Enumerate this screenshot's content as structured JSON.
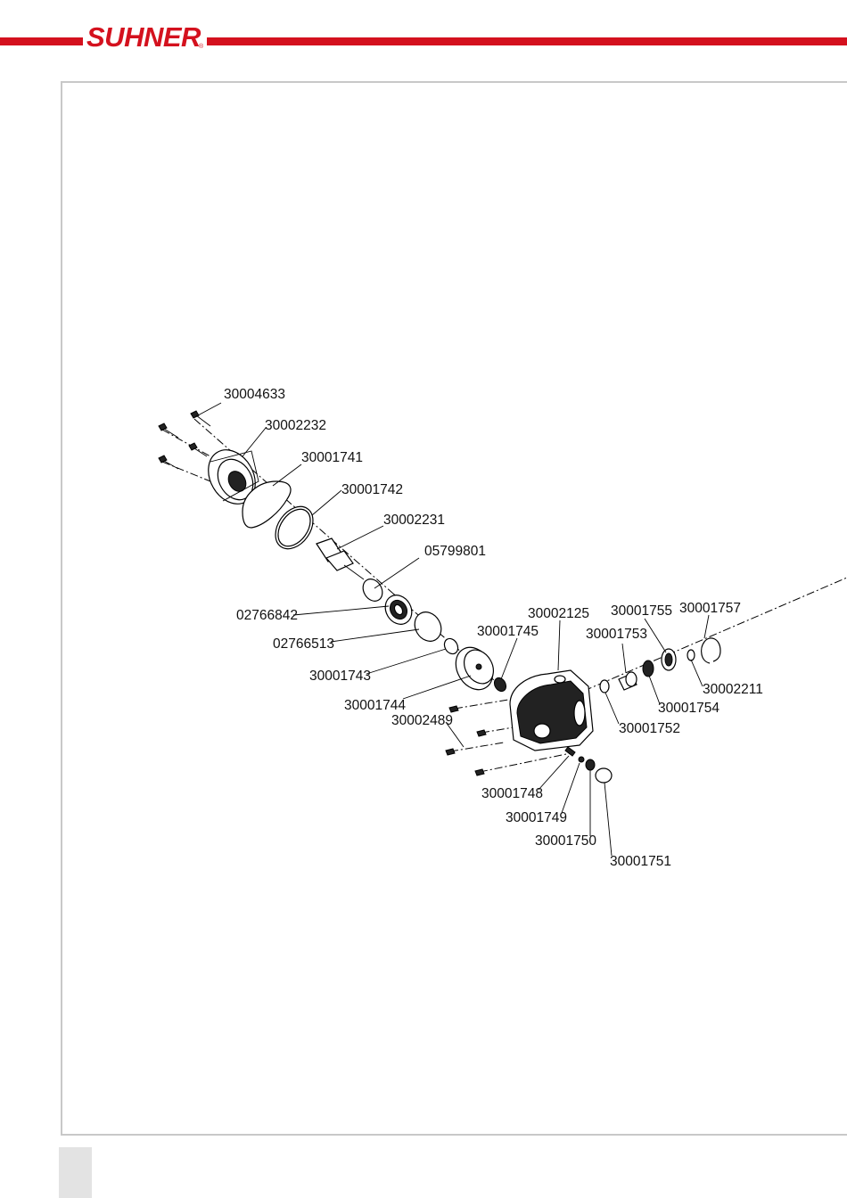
{
  "brand": {
    "name": "SUHNER",
    "registered": "®",
    "accent_color": "#d4111e"
  },
  "labels": {
    "p30004633": "30004633",
    "p30002232": "30002232",
    "p30001741": "30001741",
    "p30001742": "30001742",
    "p30002231": "30002231",
    "p05799801": "05799801",
    "p02766842": "02766842",
    "p02766513": "02766513",
    "p30001743": "30001743",
    "p30001744": "30001744",
    "p30001745": "30001745",
    "p30002489": "30002489",
    "p30002125": "30002125",
    "p30001755": "30001755",
    "p30001757": "30001757",
    "p30001753": "30001753",
    "p30002211": "30002211",
    "p30001754": "30001754",
    "p30001752": "30001752",
    "p30001748": "30001748",
    "p30001749": "30001749",
    "p30001750": "30001750",
    "p30001751": "30001751"
  }
}
